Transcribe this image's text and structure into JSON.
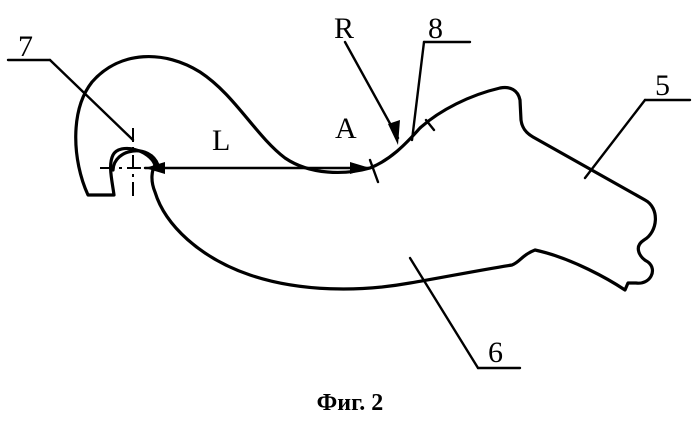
{
  "figure": {
    "caption": "Фиг. 2",
    "labels": {
      "part_5": "5",
      "part_6": "6",
      "part_7": "7",
      "part_8": "8",
      "radius": "R",
      "point_a": "A",
      "length": "L"
    }
  }
}
